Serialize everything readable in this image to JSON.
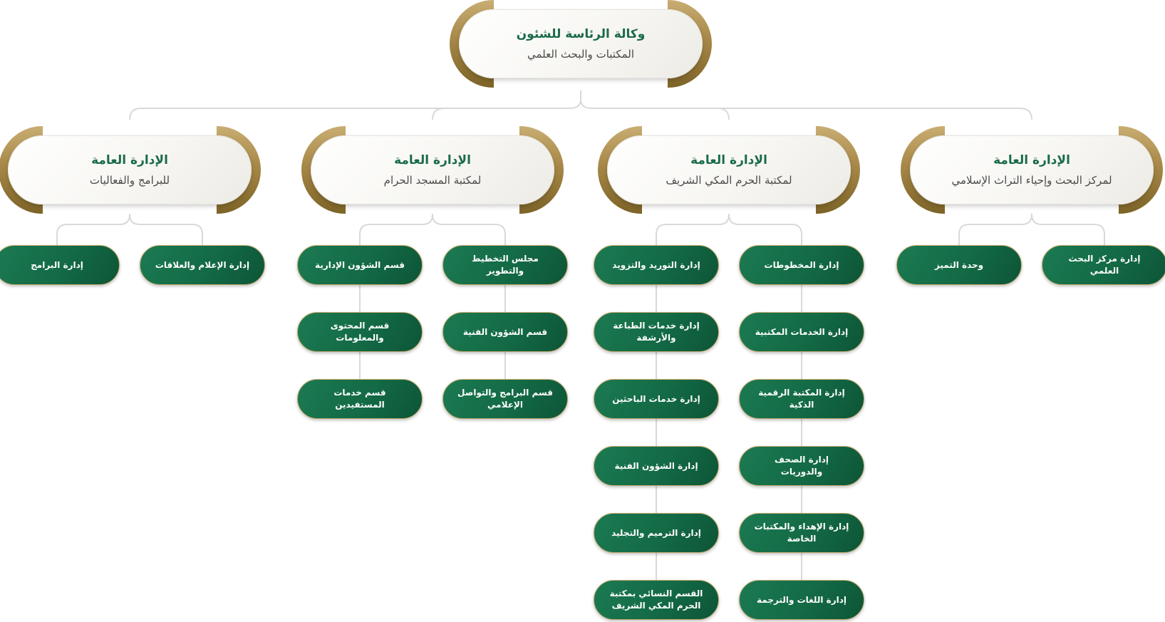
{
  "top": {
    "title": "وكالة الرئاسة للشئون",
    "subtitle": "المكتبات والبحث العلمي"
  },
  "generals": [
    {
      "title": "الإدارة العامة",
      "subtitle": "لمركز البحث وإحياء التراث الإسلامي",
      "columns": [
        [
          "إدارة مركز البحث العلمي"
        ],
        [
          "وحدة التميز"
        ]
      ]
    },
    {
      "title": "الإدارة العامة",
      "subtitle": "لمكتبة الحرم المكي الشريف",
      "columns": [
        [
          "إدارة المخطوطات",
          "إدارة الخدمات المكتبية",
          "إدارة المكتبة الرقمية الذكية",
          "إدارة الصحف والدوريات",
          "إدارة الإهداء والمكتبات الخاصة",
          "إدارة اللغات والترجمة"
        ],
        [
          "إدارة التوريد والتزويد",
          "إدارة خدمات الطباعة والأرشفة",
          "إدارة خدمات الباحثين",
          "إدارة الشؤون الفنية",
          "إدارة الترميم والتجليد",
          "القسم النسائي بمكتبة الحرم المكي الشريف"
        ]
      ]
    },
    {
      "title": "الإدارة العامة",
      "subtitle": "لمكتبة المسجد الحرام",
      "columns": [
        [
          "مجلس التخطيط والتطوير",
          "قسم الشؤون الفنية",
          "قسم البرامج والتواصل الإعلامي"
        ],
        [
          "قسم الشؤون الإدارية",
          "قسم المحتوى والمعلومات",
          "قسم خدمات المستفيدين"
        ]
      ]
    },
    {
      "title": "الإدارة العامة",
      "subtitle": "للبرامج والفعاليات",
      "columns": [
        [
          "إدارة الإعلام والعلاقات"
        ],
        [
          "إدارة البرامج"
        ]
      ]
    }
  ],
  "colors": {
    "green": "#136a45",
    "gold": "#a78848",
    "title_green": "#1a6b49",
    "connector": "#d9d9d9"
  }
}
